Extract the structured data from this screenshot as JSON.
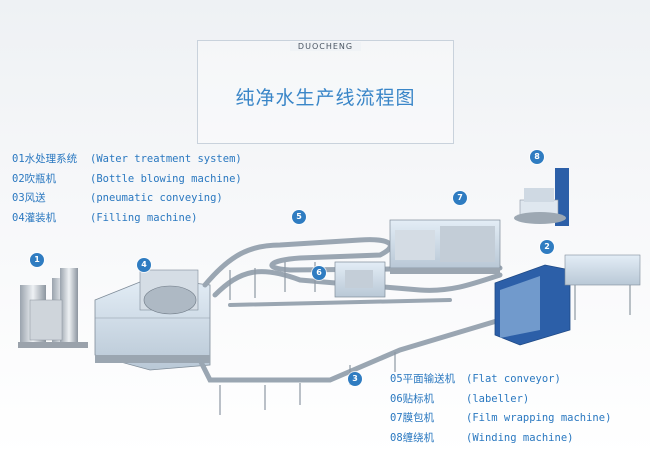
{
  "header": {
    "brand": "DUOCHENG",
    "title": "纯净水生产线流程图"
  },
  "legend_left": [
    {
      "name": "01水处理系统",
      "desc": "(Water treatment system)"
    },
    {
      "name": "02吹瓶机",
      "desc": "(Bottle blowing machine)"
    },
    {
      "name": "03风送",
      "desc": "(pneumatic conveying)"
    },
    {
      "name": "04灌装机",
      "desc": "(Filling machine)"
    }
  ],
  "legend_right": [
    {
      "name": "05平面输送机",
      "desc": "(Flat conveyor)"
    },
    {
      "name": "06贴标机",
      "desc": "(labeller)"
    },
    {
      "name": "07膜包机",
      "desc": "(Film wrapping machine)"
    },
    {
      "name": "08缠绕机",
      "desc": "(Winding machine)"
    }
  ],
  "badges": [
    "1",
    "2",
    "3",
    "4",
    "5",
    "6",
    "7",
    "8"
  ],
  "colors": {
    "accent": "#2f7cc1",
    "title": "#3a86c8",
    "machine_blue": "#2c5fa8"
  }
}
